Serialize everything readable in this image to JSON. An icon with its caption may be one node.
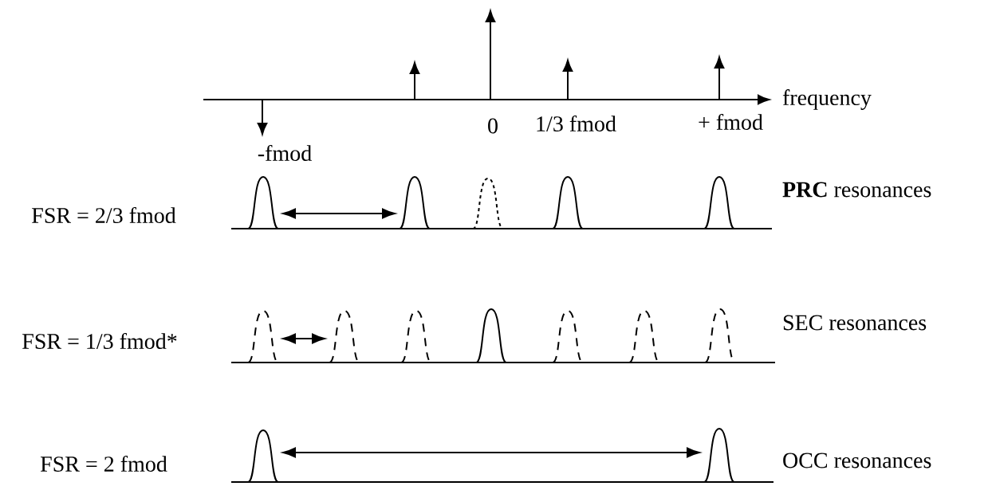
{
  "diagram": {
    "nodes": [
      {
        "text": [],
        "shape": "peak"
      },
      {
        "text": [],
        "shape": "peak"
      },
      {
        "text": [],
        "shape": "peak"
      },
      {
        "text": [],
        "shape": "peak"
      },
      {
        "text": [],
        "shape": "peak"
      },
      {
        "text": [],
        "shape": "peak"
      },
      {
        "text": [],
        "shape": "peak"
      },
      {
        "text": [],
        "shape": "peak"
      },
      {
        "text": [],
        "shape": "peak"
      },
      {
        "text": [],
        "shape": "peak"
      },
      {
        "text": [],
        "shape": "peak"
      },
      {
        "text": [],
        "shape": "peak"
      },
      {
        "text": [],
        "shape": "peak"
      },
      {
        "text": [],
        "shape": "peak"
      }
    ],
    "edges": [
      {
        "from": 0,
        "to": 1,
        "arrow": "both"
      },
      {
        "from": 5,
        "to": 6,
        "arrow": "both"
      },
      {
        "from": 12,
        "to": 13,
        "arrow": "both"
      }
    ],
    "labels": [
      "frequency",
      "0",
      "1/3 fmod",
      "+ fmod",
      "-fmod",
      "**PRC** resonances",
      "FSR = 2/3 fmod",
      "SEC resonances",
      "FSR = 1/3 fmod*",
      "FSR = 2 fmod",
      "OCC resonances"
    ]
  }
}
